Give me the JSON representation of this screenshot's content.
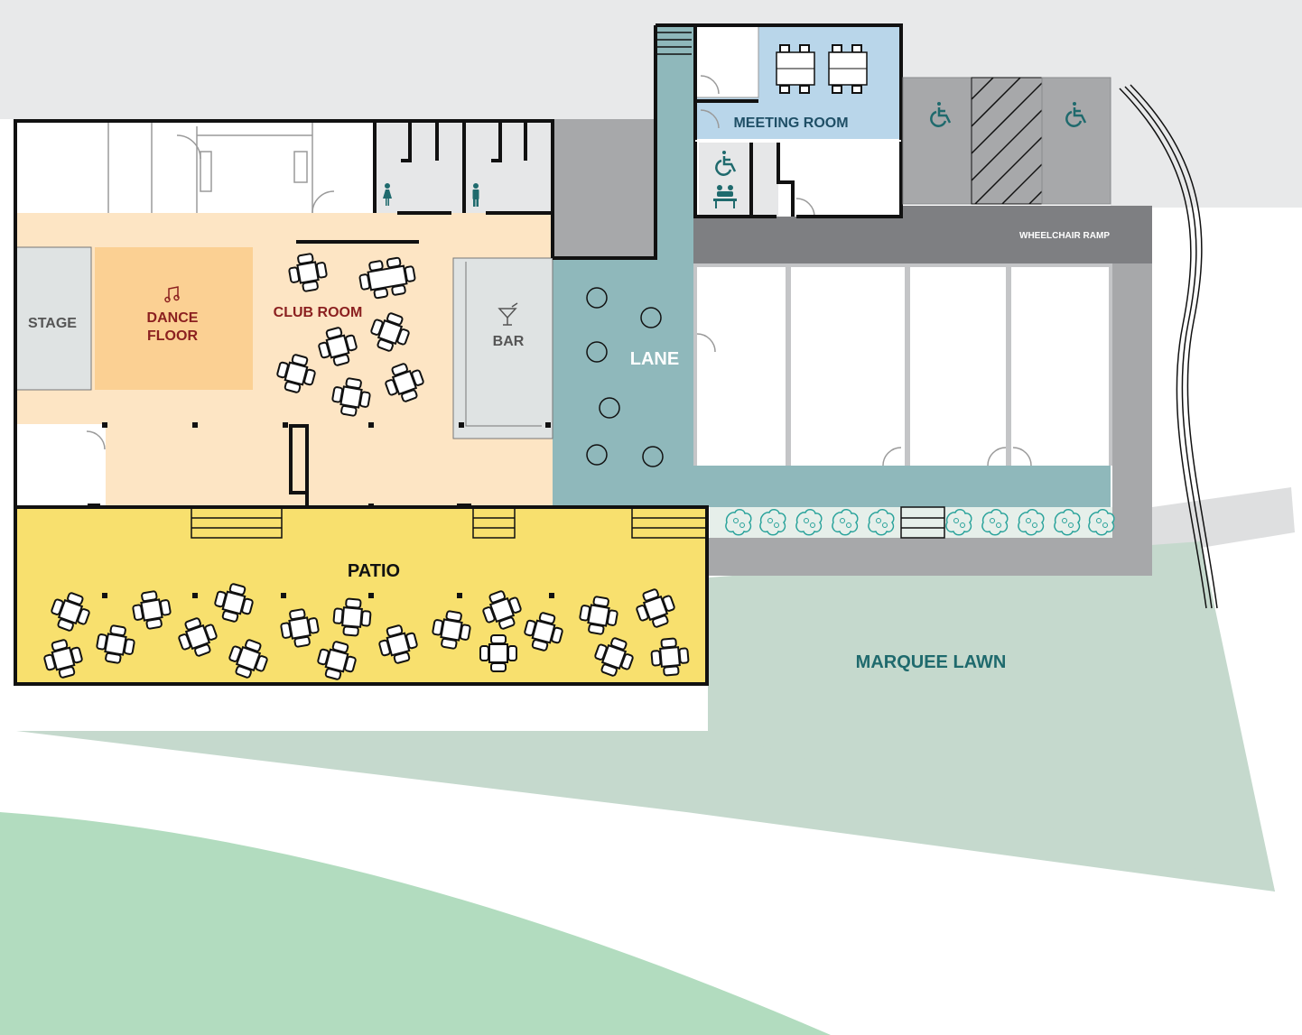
{
  "labels": {
    "stage": "STAGE",
    "dance_floor_line1": "DANCE",
    "dance_floor_line2": "FLOOR",
    "club_room": "CLUB ROOM",
    "bar": "BAR",
    "lane": "LANE",
    "meeting_room": "MEETING ROOM",
    "wheelchair_ramp": "WHEELCHAIR RAMP",
    "patio": "PATIO",
    "marquee_lawn": "MARQUEE LAWN"
  },
  "colors": {
    "club_room_floor": "#fde5c4",
    "dance_floor": "#fbd093",
    "stage": "#dfe3e3",
    "bar": "#dfe3e3",
    "lane": "#8fb8bb",
    "meeting_room": "#b9d6ea",
    "patio": "#f8e06e",
    "lawn": "#c5d9cd",
    "green_area": "#b2dcbf",
    "paving": "#a7a8aa",
    "ramp": "#7e7f82",
    "top_strip": "#e8e9ea",
    "accent_red": "#8b2020",
    "accent_teal": "#1f6a6d"
  },
  "icons": [
    "music-note-icon",
    "cocktail-glass-icon",
    "female-restroom-icon",
    "male-restroom-icon",
    "wheelchair-icon",
    "baby-change-icon",
    "accessible-parking-icon",
    "shrub-icon"
  ]
}
